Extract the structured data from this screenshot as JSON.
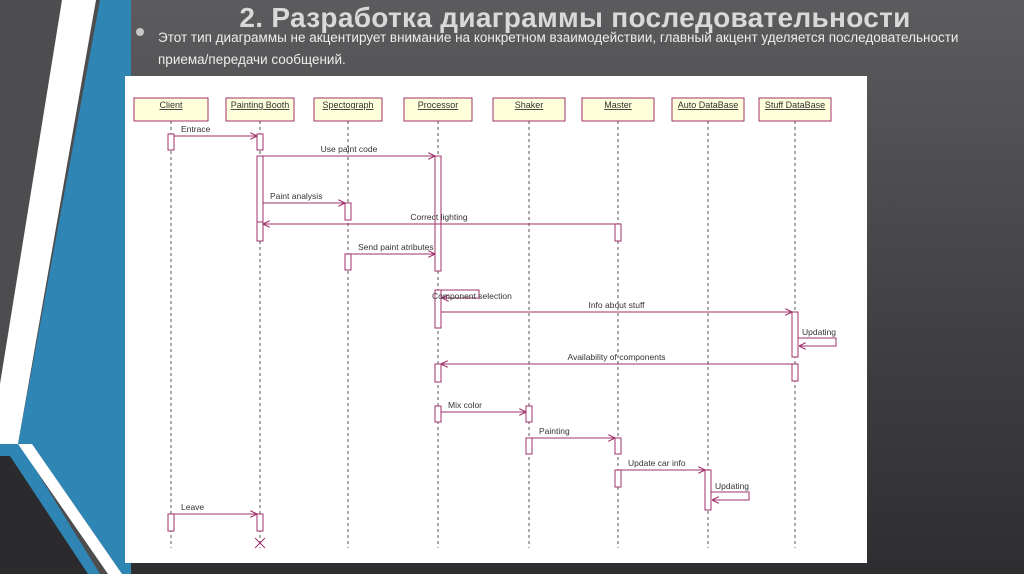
{
  "slide": {
    "title": "2. Разработка диаграммы последовательности",
    "subtitle": "Этот тип диаграммы не акцентирует внимание на конкретном взаимодействии, главный акцент уделяется последовательности приема/передачи сообщений."
  },
  "colors": {
    "background": "#4a4a4d",
    "accent_blue": "#2f86b4",
    "stripe_white": "#ffffff",
    "message_line": "#a0306a",
    "lifeline_box_fill": "#ffffdc"
  },
  "diagram": {
    "lifelines": [
      "Client",
      "Painting Booth",
      "Spectograph",
      "Processor",
      "Shaker",
      "Master",
      "Auto DataBase",
      "Stuff DataBase"
    ],
    "messages": [
      {
        "label": "Entrace",
        "from": "Client",
        "to": "Painting Booth"
      },
      {
        "label": "Use paint code",
        "from": "Painting Booth",
        "to": "Processor"
      },
      {
        "label": "Paint analysis",
        "from": "Painting Booth",
        "to": "Spectograph"
      },
      {
        "label": "Correct lighting",
        "from": "Master",
        "to": "Painting Booth"
      },
      {
        "label": "Send paint atributes",
        "from": "Spectograph",
        "to": "Processor"
      },
      {
        "label": "Component selection",
        "from": "Processor",
        "to": "Processor"
      },
      {
        "label": "Info about stuff",
        "from": "Processor",
        "to": "Stuff DataBase"
      },
      {
        "label": "Updating",
        "from": "Stuff DataBase",
        "to": "Stuff DataBase"
      },
      {
        "label": "Availability of components",
        "from": "Stuff DataBase",
        "to": "Processor"
      },
      {
        "label": "Mix color",
        "from": "Processor",
        "to": "Shaker"
      },
      {
        "label": "Painting",
        "from": "Shaker",
        "to": "Master"
      },
      {
        "label": "Update car info",
        "from": "Master",
        "to": "Auto DataBase"
      },
      {
        "label": "Updating",
        "from": "Auto DataBase",
        "to": "Auto DataBase"
      },
      {
        "label": "Leave",
        "from": "Client",
        "to": "Painting Booth"
      }
    ]
  }
}
